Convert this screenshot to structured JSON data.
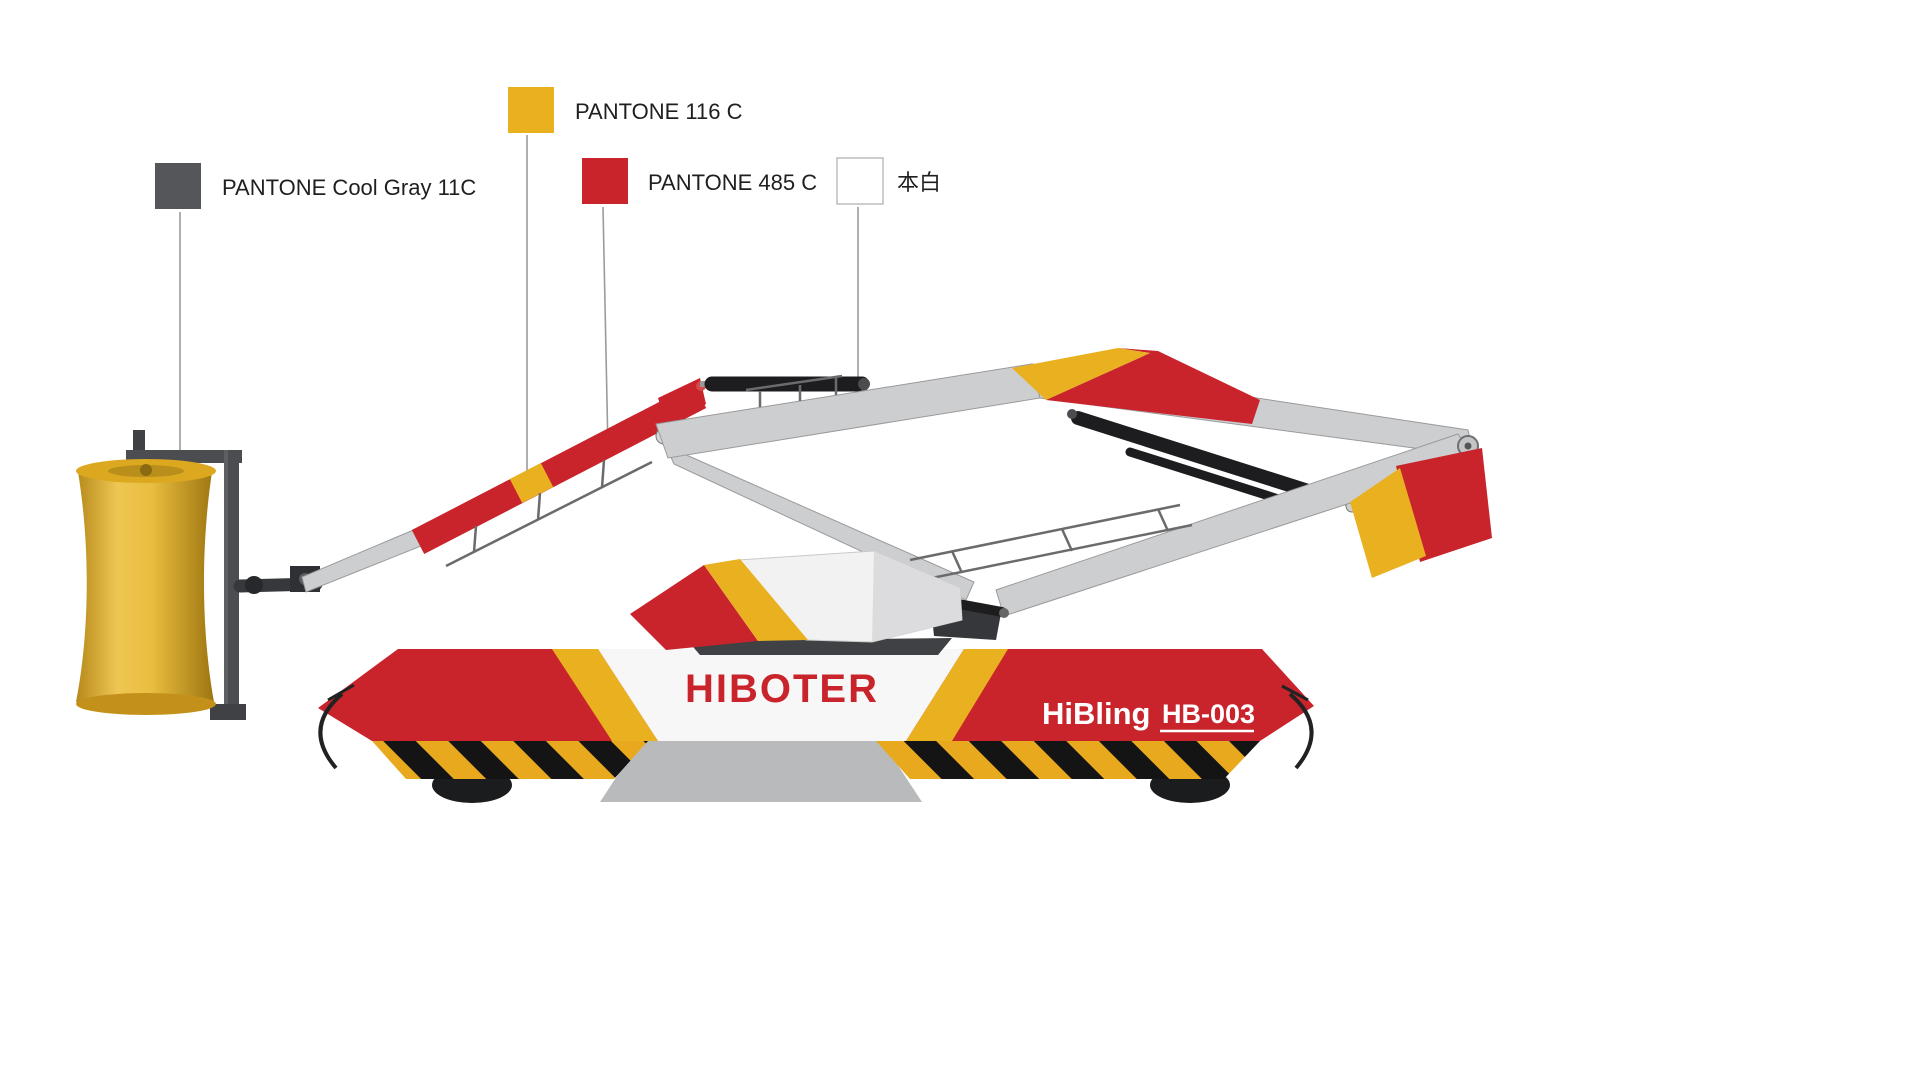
{
  "legend": {
    "items": [
      {
        "name": "pantone-cool-gray-11c",
        "label": "PANTONE Cool Gray 11C",
        "color": "#54565A"
      },
      {
        "name": "pantone-116-c",
        "label": "PANTONE 116 C",
        "color": "#E9B120"
      },
      {
        "name": "pantone-485-c",
        "label": "PANTONE 485 C",
        "color": "#C9242B"
      },
      {
        "name": "natural-white",
        "label": "本白",
        "color": "#FFFFFF"
      }
    ]
  },
  "vehicle": {
    "brand": "HIBOTER",
    "model_name": "HiBling",
    "model_code": "HB-003"
  },
  "palette": {
    "red": "#C9242B",
    "yellow": "#E9B120",
    "cool_gray": "#54565A",
    "white": "#FFFFFF",
    "boom_gray": "#CDCED0",
    "dark_metal": "#3F4145",
    "hazard_yellow": "#E8A91E",
    "hazard_black": "#141414",
    "brush_yellow": "#E2B237"
  }
}
